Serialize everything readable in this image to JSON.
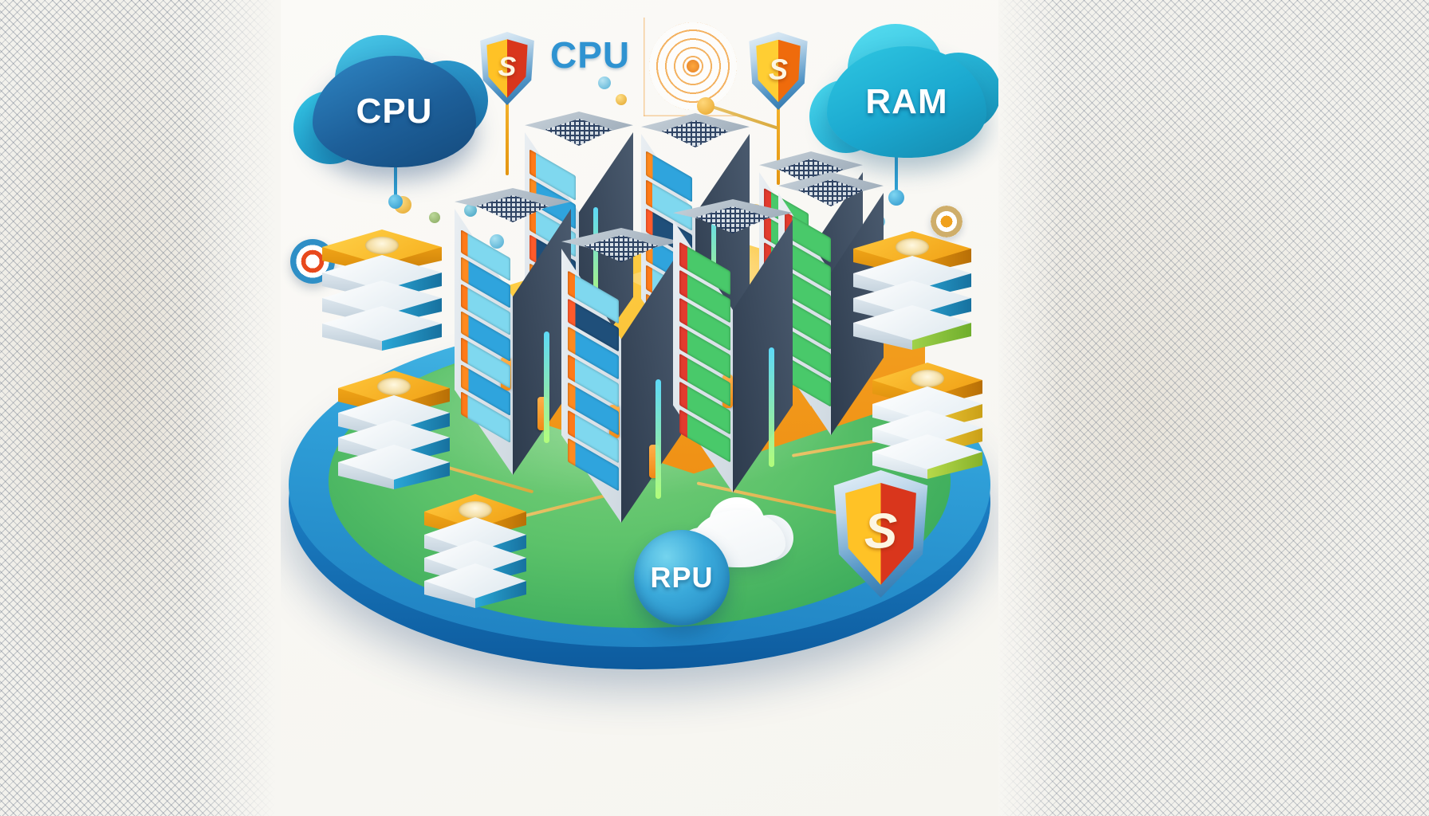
{
  "scene": {
    "title": "Cloud Data Center Infrastructure",
    "background_color": "#f7f6f2",
    "panel_color": "#faf9f5",
    "platform": {
      "disc_blue": "#1c7fc4",
      "disc_green": "#5cc26a",
      "base_plate_yellow": "#ffd24a",
      "base_plate_side": "#ef8f14"
    }
  },
  "labels": {
    "cloud_cpu": "CPU",
    "cloud_ram": "RAM",
    "text_cpu": "CPU",
    "badge_rpu": "RPU",
    "shield_glyph": "S"
  },
  "icons": {
    "cloud_cpu": "cloud-icon",
    "cloud_ram": "cloud-icon",
    "cloud_plain": "cloud-icon",
    "shield_top_left": "shield-icon",
    "shield_top_right": "shield-icon",
    "shield_bottom_right": "shield-icon",
    "radar": "radar-target-icon",
    "target_left": "bullseye-icon",
    "target_right": "bullseye-icon",
    "database": "database-stack-icon",
    "server": "server-rack-icon",
    "badge_rpu": "processor-badge-icon"
  },
  "colors": {
    "accent_blue": "#2f93d1",
    "deep_blue": "#1d5f99",
    "cyan": "#2fc7e2",
    "amber": "#f5a623",
    "gold": "#ffd24a",
    "green": "#5cc26a",
    "shield_red": "#d9361c",
    "shield_yellow": "#ffc226",
    "rack_light": "#cfd9e1",
    "rack_dark": "#2d3b4d"
  },
  "servers": [
    {
      "id": "rack-back-left",
      "name": "server-rack",
      "bays": 6
    },
    {
      "id": "rack-back-right",
      "name": "server-rack",
      "bays": 6
    },
    {
      "id": "rack-front-left",
      "name": "server-rack",
      "bays": 7
    },
    {
      "id": "rack-front-mid",
      "name": "server-rack",
      "bays": 7
    },
    {
      "id": "rack-front-right",
      "name": "server-rack",
      "bays": 7
    },
    {
      "id": "rack-far-right",
      "name": "server-rack",
      "bays": 6
    }
  ],
  "databases": [
    {
      "id": "db-upper-left",
      "name": "database-stack",
      "layers": 4
    },
    {
      "id": "db-mid-left",
      "name": "database-stack",
      "layers": 4
    },
    {
      "id": "db-lower-left",
      "name": "database-stack",
      "layers": 4
    },
    {
      "id": "db-upper-right",
      "name": "database-stack",
      "layers": 4
    },
    {
      "id": "db-lower-right",
      "name": "database-stack",
      "layers": 4
    }
  ]
}
